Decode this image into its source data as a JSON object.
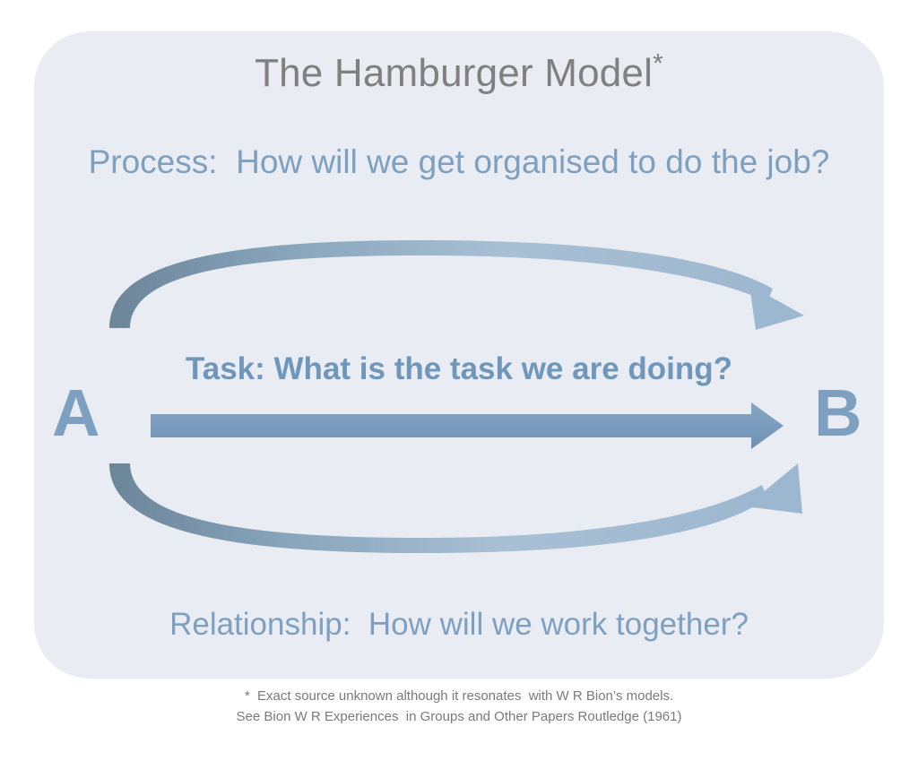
{
  "slide": {
    "background_color": "#ffffff",
    "panel_color": "#e9edf3",
    "title": "The Hamburger Model",
    "title_marker": "*",
    "title_color": "#808080",
    "accent_color": "#7ea0c0",
    "accent_dark_color": "#6b8599",
    "task_color": "#6f96bb",
    "footnote_color": "#7a7a7a"
  },
  "layers": {
    "process": {
      "label": "Process:  How will we get organised to do the job?",
      "arrow_name": "process-curved-arrow",
      "arrow_direction": "A-to-B"
    },
    "task": {
      "label": "Task: What is the task we are doing?",
      "arrow_name": "task-straight-arrow",
      "arrow_direction": "A-to-B"
    },
    "relationship": {
      "label": "Relationship:  How will we work together?",
      "arrow_name": "relationship-curved-arrow",
      "arrow_direction": "A-to-B"
    }
  },
  "endpoints": {
    "start_label": "A",
    "end_label": "B"
  },
  "footnote": {
    "line1": "*  Exact source unknown although it resonates  with W R Bion’s models.",
    "line2": "See Bion W R Experiences  in Groups and Other Papers Routledge (1961)"
  }
}
